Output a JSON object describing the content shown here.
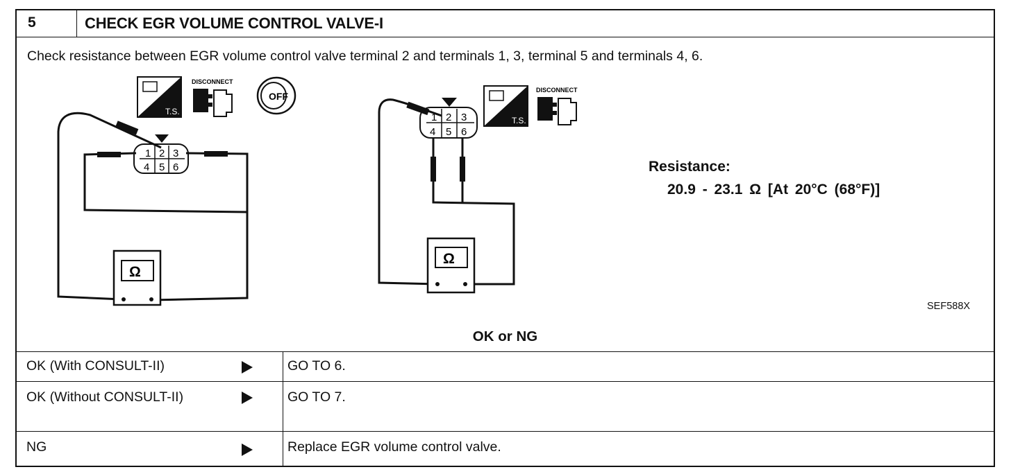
{
  "step": {
    "number": "5",
    "title": "CHECK EGR VOLUME CONTROL VALVE-I"
  },
  "instruction": "Check resistance between EGR volume control valve terminal 2 and terminals 1, 3, terminal 5 and terminals 4, 6.",
  "diagram": {
    "icon_disconnect_text": "DISCONNECT",
    "icon_ts_text": "T.S.",
    "icon_off_text": "OFF",
    "ohm_symbol": "Ω",
    "connector_terminals": [
      "1",
      "2",
      "3",
      "4",
      "5",
      "6"
    ]
  },
  "resistance": {
    "label": "Resistance:",
    "value": "20.9 - 23.1 Ω [At 20°C (68°F)]"
  },
  "figure_code": "SEF588X",
  "ok_or_ng": "OK or NG",
  "results": [
    {
      "condition": "OK (With CONSULT-II)",
      "action": "GO TO 6."
    },
    {
      "condition": "OK (Without CONSULT-II)",
      "action": "GO TO 7."
    },
    {
      "condition": "NG",
      "action": "Replace EGR volume control valve."
    }
  ]
}
